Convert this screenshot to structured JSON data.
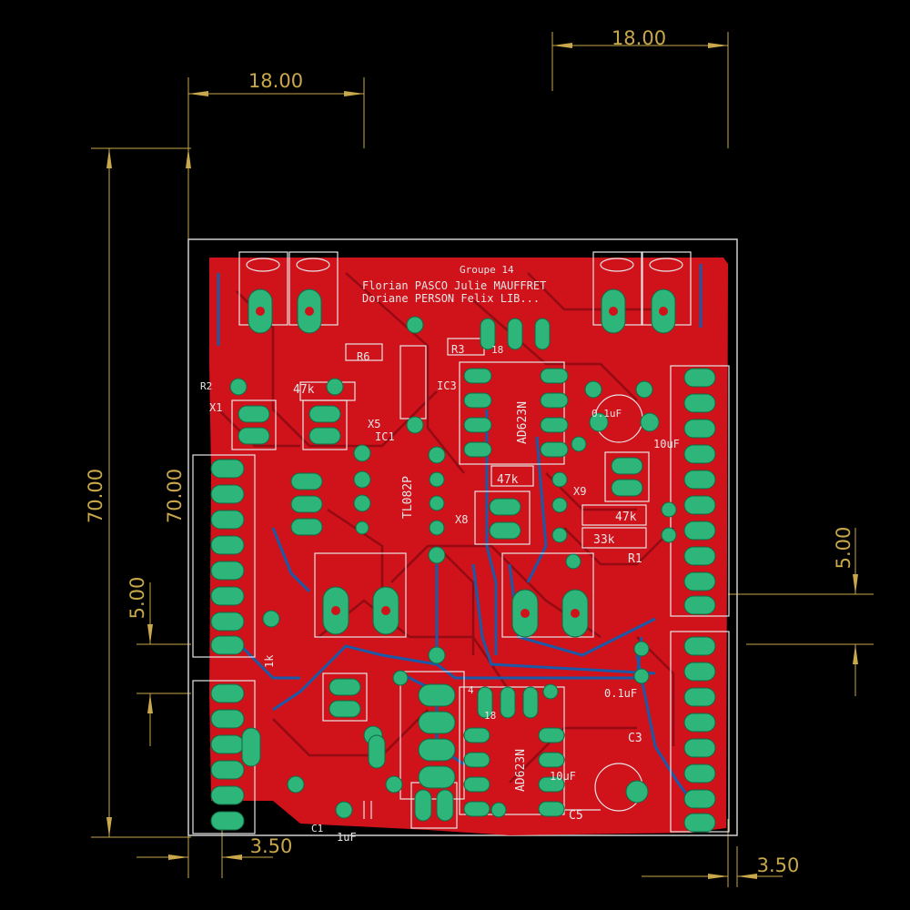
{
  "board": {
    "group_label": "Groupe 14",
    "authors_line1": "Florian PASCO Julie MAUFFRET",
    "authors_line2": "Doriane PERSON Felix LIB..."
  },
  "dimensions": {
    "top_right_width": "18.00",
    "top_left_width": "18.00",
    "left_height_outer": "70.00",
    "left_height_inner": "70.00",
    "right_small": "5.00",
    "left_small": "5.00",
    "bottom_left": "3.50",
    "bottom_right": "3.50"
  },
  "labels": {
    "r6": "R6",
    "r3": "R3",
    "r2": "R2",
    "r1": "R1",
    "r_47k_top": "47k",
    "r_47k_mid": "47k",
    "r_47k_right": "47k",
    "r_33k": "33k",
    "r_1k": "1k",
    "ic1": "IC1",
    "ic1_part": "TL082P",
    "ic3": "IC3",
    "ic3_part": "AD623N",
    "ic_bottom_part": "AD623N",
    "x1": "X1",
    "x5": "X5",
    "x8": "X8",
    "x9": "X9",
    "c3": "C3",
    "c5": "C5",
    "c1": "C1",
    "cap_10uf_top": "10uF",
    "cap_10uf_bottom": "10uF",
    "cap_01uf_top": "0.1uF",
    "cap_01uf_bottom": "0.1uF",
    "cap_1uf": "1uF",
    "pin_18_top": "18",
    "pin_18_bottom": "18",
    "pin_4": "4"
  },
  "colors": {
    "copper_top": "#d0121b",
    "copper_bottom": "#1a5aa8",
    "pad": "#2db57a",
    "silkscreen": "#e6e6e6",
    "dimension": "#c8a84a",
    "outline": "#cfcfcf"
  }
}
